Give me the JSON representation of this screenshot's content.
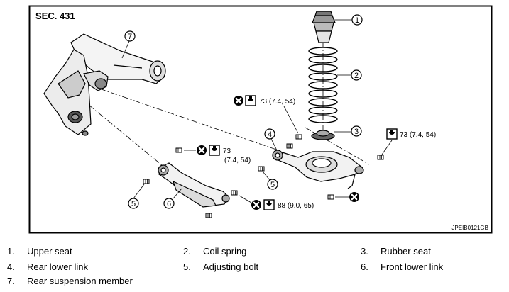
{
  "diagram": {
    "section": "SEC. 431",
    "code": "JPEIB0121GB",
    "callouts": [
      "1",
      "2",
      "3",
      "4",
      "5",
      "6",
      "7",
      "5"
    ],
    "torques": [
      "73 (7.4, 54)",
      "73 (7.4, 54)",
      "73",
      "(7.4, 54)",
      "88 (9.0, 65)"
    ]
  },
  "legend": [
    {
      "num": "1.",
      "label": "Upper seat"
    },
    {
      "num": "2.",
      "label": "Coil spring"
    },
    {
      "num": "3.",
      "label": "Rubber seat"
    },
    {
      "num": "4.",
      "label": "Rear lower link"
    },
    {
      "num": "5.",
      "label": "Adjusting bolt"
    },
    {
      "num": "6.",
      "label": "Front lower link"
    },
    {
      "num": "7.",
      "label": "Rear suspension member"
    }
  ]
}
